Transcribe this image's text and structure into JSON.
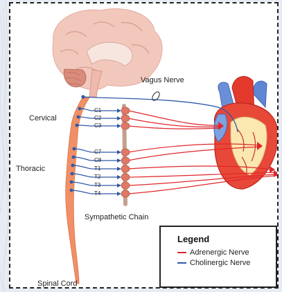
{
  "labels": {
    "vagus": "Vagus Nerve",
    "cervical": "Cervical",
    "thoracic": "Thoracic",
    "chain": "Sympathetic Chain",
    "spinal": "Spinal Cord"
  },
  "segments": [
    "C1",
    "C2",
    "C3",
    "C7",
    "C8",
    "T1",
    "T2",
    "T3",
    "T4"
  ],
  "legend": {
    "title": "Legend",
    "items": [
      {
        "label": "Adrenergic Nerve",
        "color": "#e0262b"
      },
      {
        "label": "Cholinergic Nerve",
        "color": "#2d59a8"
      }
    ]
  },
  "colors": {
    "adrenergic": "#e0262b",
    "cholinergic": "#2d59a8",
    "spinal_cord": "#f09068",
    "chain": "#c4a08c",
    "brain": "#f2c8bd",
    "heart": "#e84838",
    "aorta": "#6b8fd6"
  }
}
